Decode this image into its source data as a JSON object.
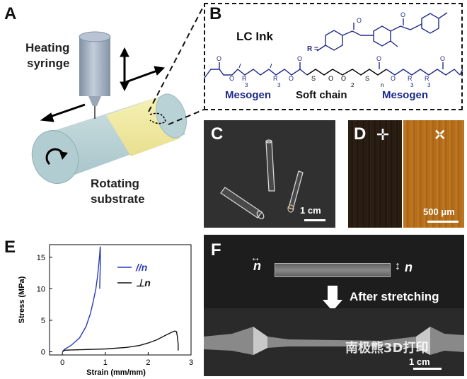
{
  "panels": {
    "a": {
      "label": "A",
      "heating": "Heating",
      "syringe": "syringe",
      "rotating": "Rotating",
      "substrate": "substrate"
    },
    "b": {
      "label": "B",
      "title": "LC Ink",
      "r_eq": "R =",
      "mesogen_left": "Mesogen",
      "soft_chain": "Soft chain",
      "mesogen_right": "Mesogen",
      "sub3a": "3",
      "sub3b": "3",
      "sub2": "2",
      "subn": "n",
      "sub3c": "3",
      "sub3d": "3",
      "atoms": {
        "O": "O",
        "R": "R",
        "S": "S"
      }
    },
    "c": {
      "label": "C",
      "scale": "1 cm"
    },
    "d": {
      "label": "D",
      "scale": "500 μm"
    },
    "e": {
      "label": "E",
      "xlabel": "Strain (mm/mm)",
      "ylabel": "Stress (MPa)",
      "xticks": [
        "0",
        "1",
        "2",
        "3"
      ],
      "yticks": [
        "0",
        "5",
        "10",
        "15"
      ],
      "legend": [
        "//n",
        "⊥n"
      ]
    },
    "f": {
      "label": "F",
      "after": "After stretching",
      "n_left": "n",
      "n_right": "n",
      "scale": "1 cm"
    }
  },
  "watermark": "南极熊3D打印",
  "chart_data": {
    "type": "line",
    "xlabel": "Strain (mm/mm)",
    "ylabel": "Stress (MPa)",
    "xlim": [
      -0.3,
      3
    ],
    "ylim": [
      -0.5,
      17
    ],
    "xticks": [
      0,
      1,
      2,
      3
    ],
    "yticks": [
      0,
      5,
      10,
      15
    ],
    "legend_position": "top-right",
    "series": [
      {
        "name": "//n",
        "color": "#2b3bb3",
        "x": [
          0,
          0.05,
          0.2,
          0.4,
          0.55,
          0.65,
          0.72,
          0.78,
          0.82,
          0.85,
          0.87,
          0.88,
          0.885,
          0.885,
          0.87
        ],
        "y": [
          0,
          0.4,
          1.0,
          2.2,
          4.0,
          6.0,
          8.0,
          10.0,
          12.0,
          14.0,
          15.5,
          16.5,
          16.7,
          14.0,
          10.0
        ]
      },
      {
        "name": "⊥n",
        "color": "#111111",
        "x": [
          0,
          0.05,
          0.2,
          0.5,
          1.0,
          1.5,
          1.8,
          2.0,
          2.2,
          2.4,
          2.55,
          2.62,
          2.66,
          2.68,
          2.7,
          2.7
        ],
        "y": [
          0,
          0.25,
          0.3,
          0.35,
          0.45,
          0.7,
          1.0,
          1.4,
          1.9,
          2.6,
          3.1,
          3.3,
          3.2,
          2.5,
          1.2,
          0.2
        ]
      }
    ]
  }
}
